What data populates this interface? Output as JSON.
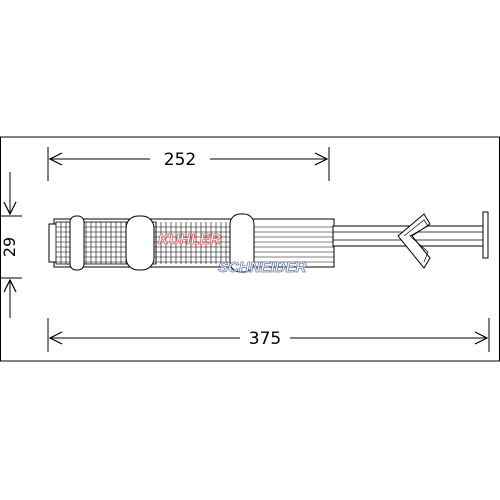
{
  "dimensions": {
    "length_top": "252",
    "length_bottom": "375",
    "diameter": "29"
  },
  "watermark": {
    "line1": "KUHLER",
    "line2": "SCHNEIDER"
  },
  "colors": {
    "line": "#000000",
    "watermark_red": "#e0505a",
    "watermark_blue": "#5a6fa8"
  }
}
